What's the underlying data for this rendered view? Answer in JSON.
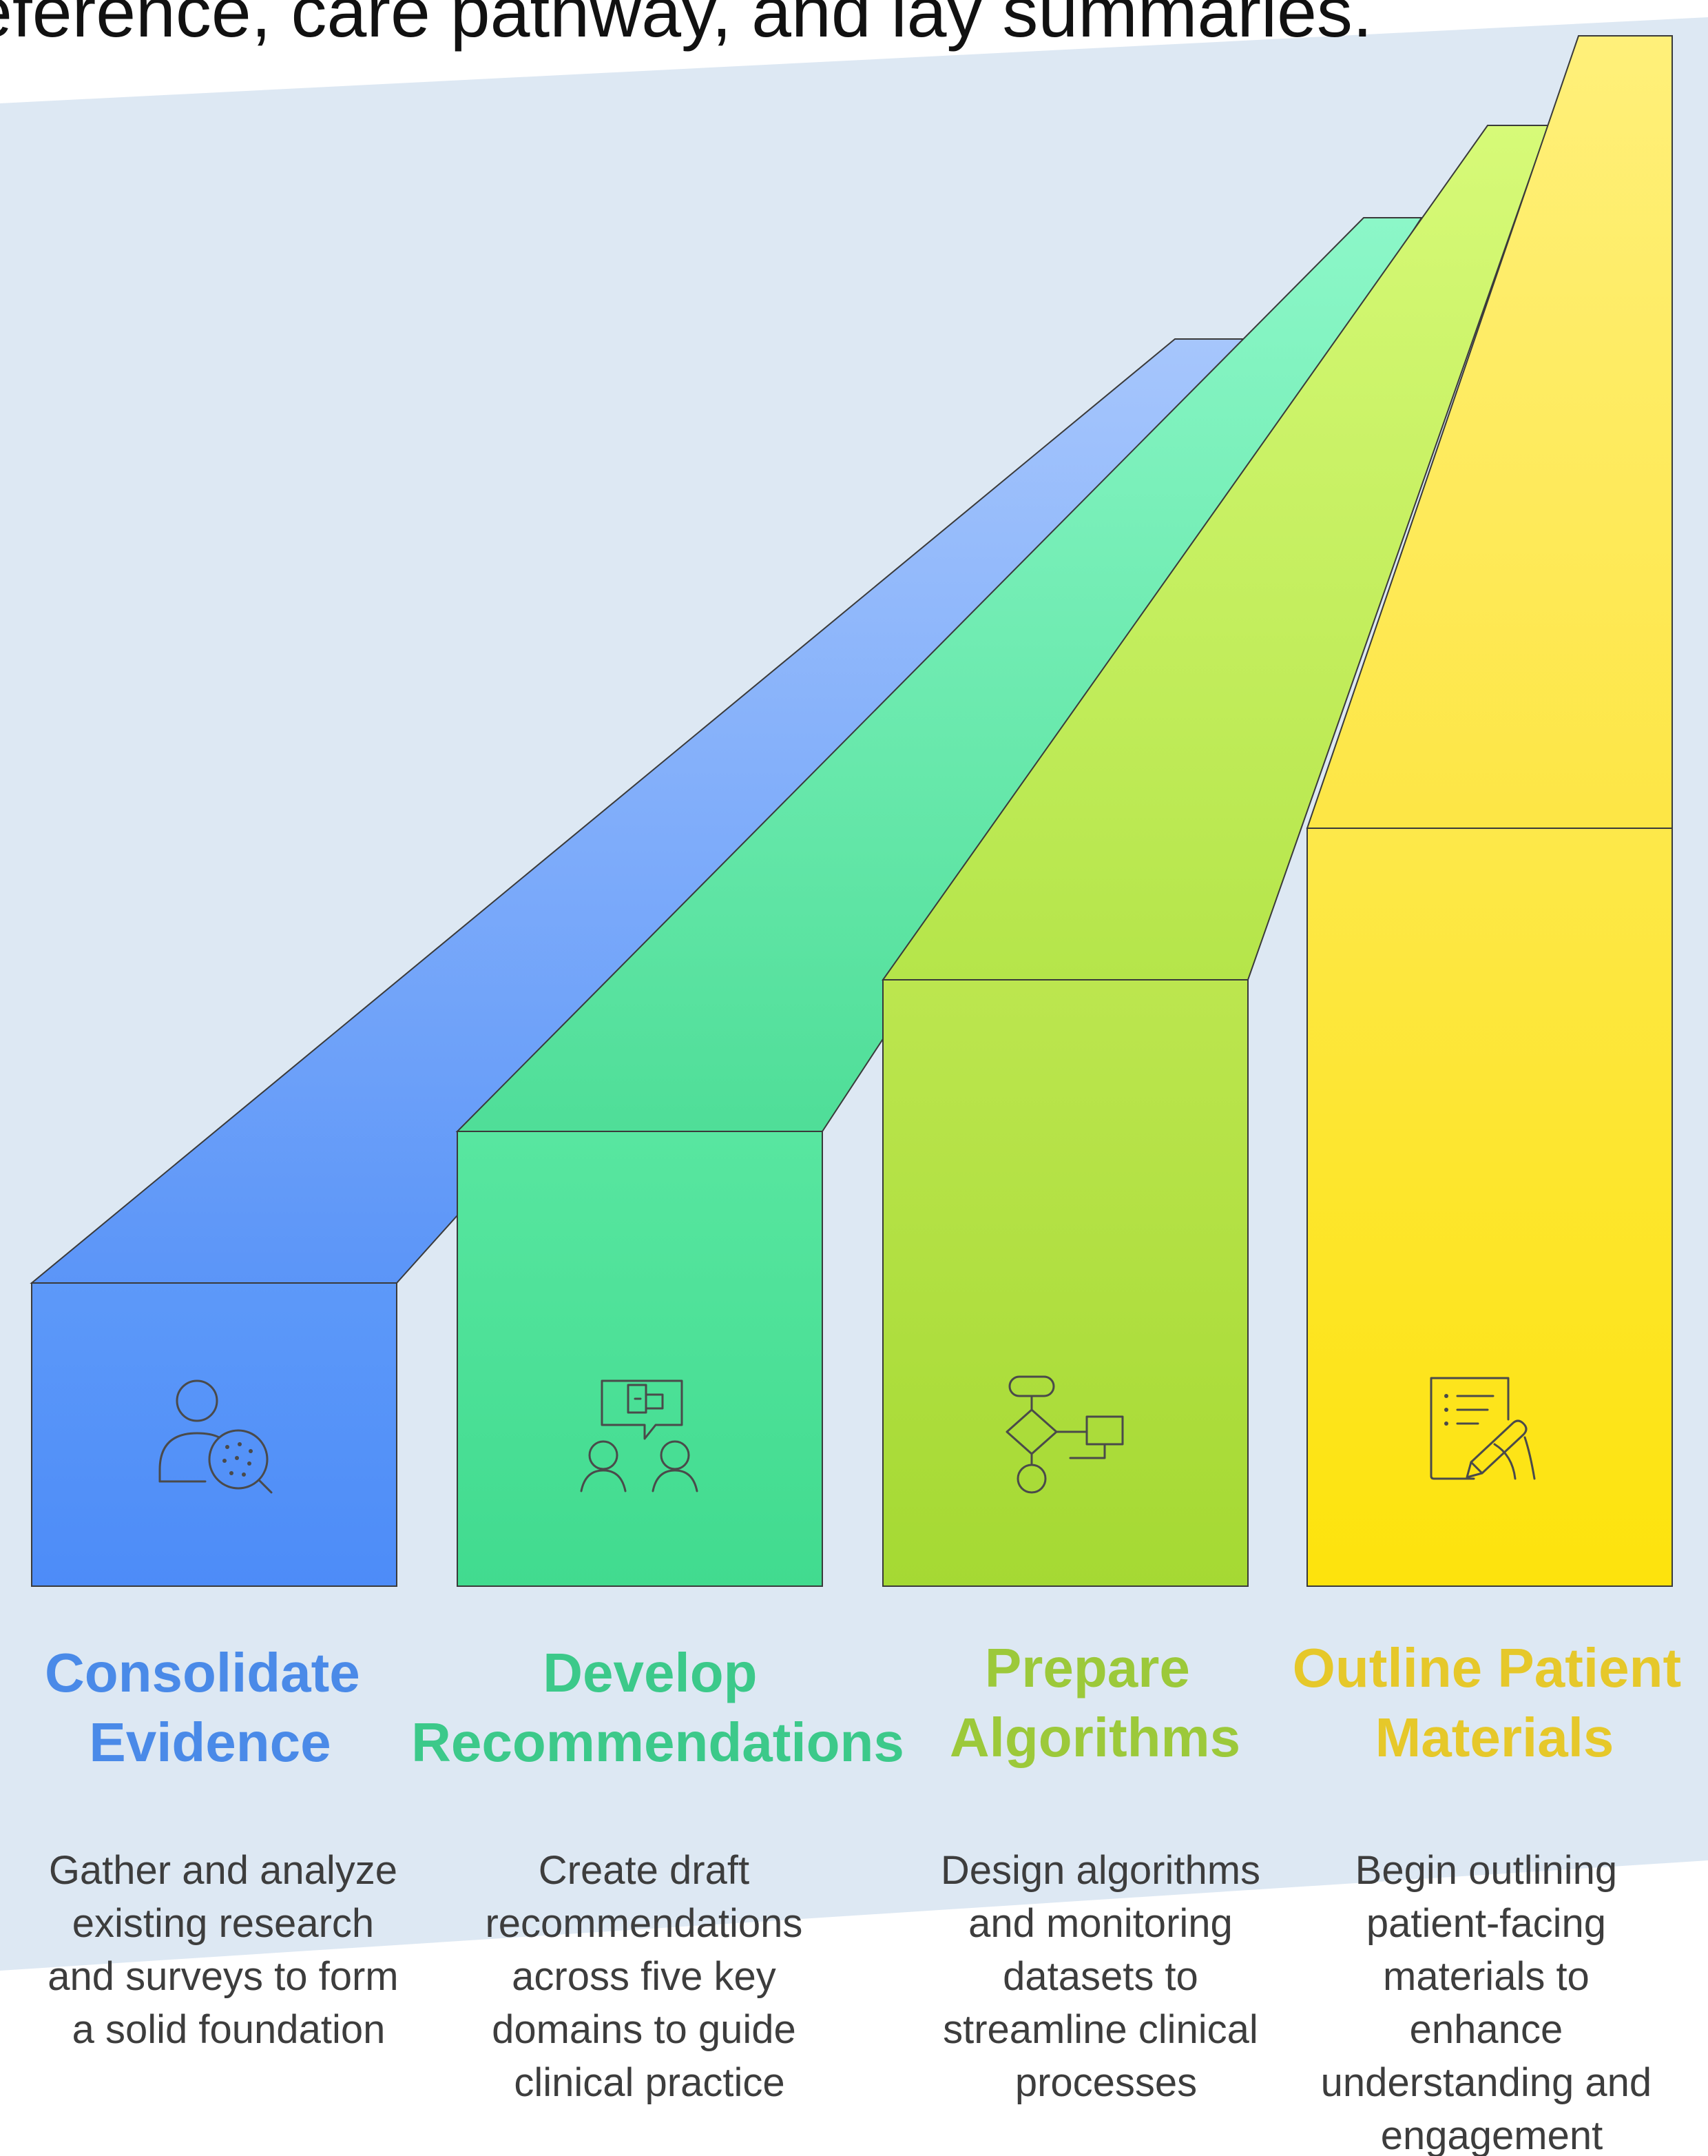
{
  "header": {
    "title": "eference, care pathway, and lay summaries."
  },
  "stages": [
    {
      "title_lines": [
        "Consolidate",
        "Evidence"
      ],
      "description_lines": [
        "Gather and analyze",
        "existing research",
        "and surveys to form",
        "a solid foundation"
      ],
      "icon": "person-magnifier-icon",
      "color": "#4f8ff7",
      "title_color": "#4a8ae8"
    },
    {
      "title_lines": [
        "Develop",
        "Recommendations"
      ],
      "description_lines": [
        "Create draft",
        "recommendations",
        "across five key",
        "domains to guide",
        "clinical practice"
      ],
      "icon": "people-discussion-icon",
      "color": "#45dc94",
      "title_color": "#3cc98a"
    },
    {
      "title_lines": [
        "Prepare",
        "Algorithms"
      ],
      "description_lines": [
        "Design algorithms",
        "and monitoring",
        "datasets to",
        "streamline clinical",
        "processes"
      ],
      "icon": "flowchart-icon",
      "color": "#a8dc34",
      "title_color": "#9cc93a"
    },
    {
      "title_lines": [
        "Outline Patient",
        "Materials"
      ],
      "description_lines": [
        "Begin outlining",
        "patient-facing",
        "materials to",
        "enhance",
        "understanding and",
        "engagement"
      ],
      "icon": "document-pen-icon",
      "color": "#fde50e",
      "title_color": "#e6c82a"
    }
  ]
}
